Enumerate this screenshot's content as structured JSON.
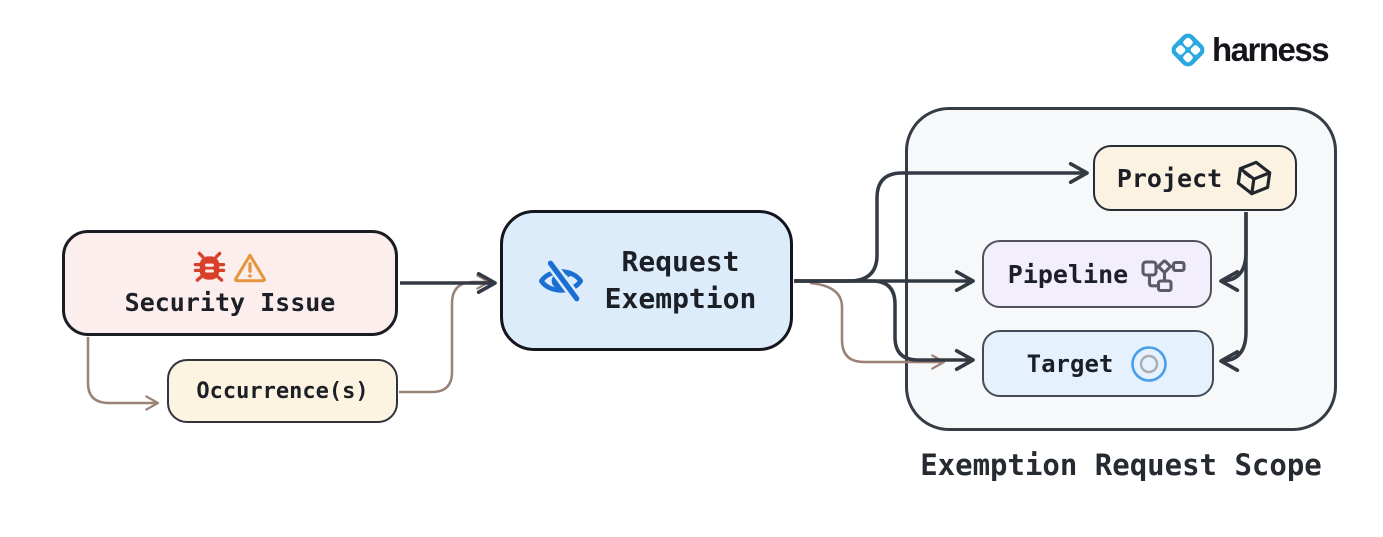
{
  "brand": {
    "name": "harness",
    "logo_icon": "harness-clover-icon",
    "logo_color": "#29a9e0",
    "text_color": "#14151a"
  },
  "diagram": {
    "nodes": {
      "security_issue": {
        "label": "Security Issue",
        "icons": [
          "bug-icon",
          "warning-triangle-icon"
        ],
        "fill": "#fbeeec",
        "border": "#1b1d25"
      },
      "occurrences": {
        "label": "Occurrence(s)",
        "fill": "#fcf3e0",
        "border": "#32333c"
      },
      "request_exemption": {
        "label": "Request\nExemption",
        "icon": "eye-off-icon",
        "icon_color": "#1c6fd2",
        "fill": "#dcecfb",
        "border": "#15161d"
      },
      "project": {
        "label": "Project",
        "icon": "package-cube-icon",
        "fill": "#fcf2e2",
        "border": "#272d34"
      },
      "pipeline": {
        "label": "Pipeline",
        "icon": "workflow-icon",
        "icon_color": "#5a5b66",
        "fill": "#f3eefb",
        "border": "#50515c"
      },
      "target": {
        "label": "Target",
        "icon": "target-circles-icon",
        "icon_color": "#4a9de8",
        "fill": "#e5f2fd",
        "border": "#424d58"
      }
    },
    "group": {
      "label": "Exemption Request Scope",
      "fill": "#f7f8f9",
      "border": "#353c45"
    },
    "edges": [
      {
        "from": "security_issue",
        "to": "request_exemption",
        "color": "#333a43"
      },
      {
        "from": "security_issue",
        "to": "occurrences",
        "color": "#9b8276"
      },
      {
        "from": "occurrences",
        "to": "request_exemption",
        "color": "#9b8276"
      },
      {
        "from": "request_exemption",
        "to": "project",
        "color": "#333a43"
      },
      {
        "from": "request_exemption",
        "to": "pipeline",
        "color": "#333a43"
      },
      {
        "from": "request_exemption",
        "to": "target",
        "color": "#333a43"
      },
      {
        "from": "request_exemption",
        "to": "target",
        "color": "#9b8276"
      },
      {
        "from": "project",
        "to": "pipeline",
        "color": "#333a43"
      },
      {
        "from": "project",
        "to": "target",
        "color": "#333a43"
      }
    ],
    "accent_colors": {
      "bug_red": "#d8402a",
      "warning_orange": "#e6953e",
      "eye_blue": "#1c6fd2",
      "arrow_dark": "#333a43",
      "arrow_brown": "#9b8276"
    }
  }
}
